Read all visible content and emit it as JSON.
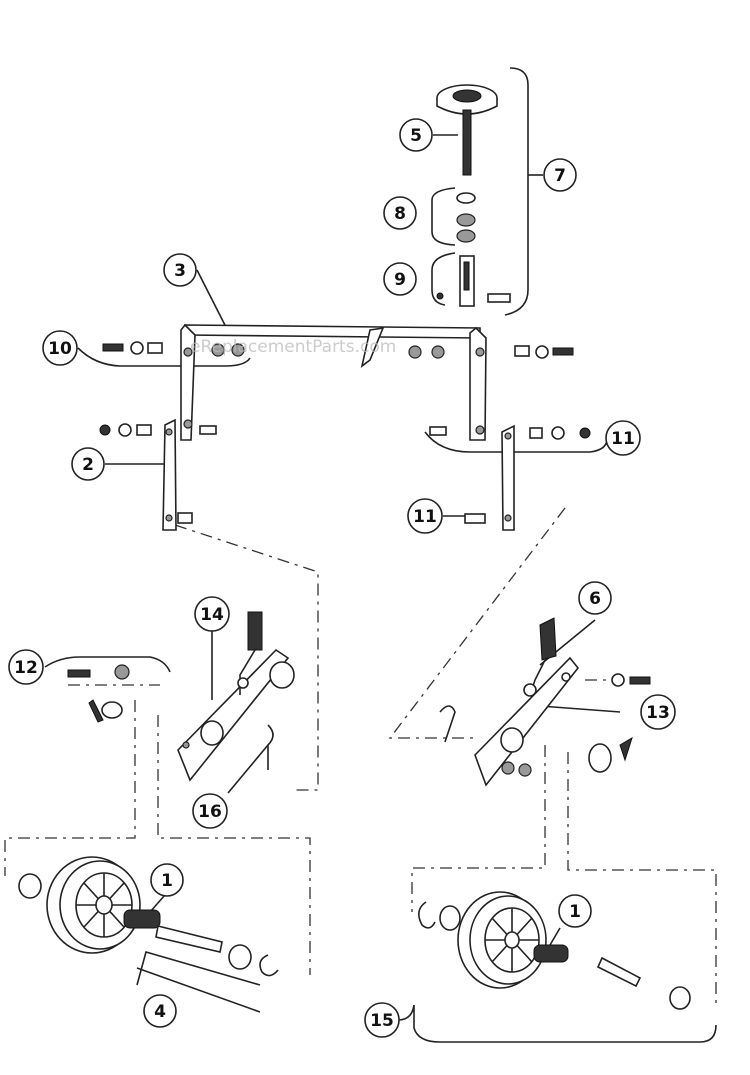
{
  "watermark": "eReplacementParts.com",
  "callouts": {
    "c1a": "1",
    "c1b": "1",
    "c2": "2",
    "c3": "3",
    "c4": "4",
    "c5": "5",
    "c6": "6",
    "c7": "7",
    "c8": "8",
    "c9": "9",
    "c10": "10",
    "c11a": "11",
    "c11b": "11",
    "c12": "12",
    "c13": "13",
    "c14": "14",
    "c15": "15",
    "c16": "16"
  }
}
